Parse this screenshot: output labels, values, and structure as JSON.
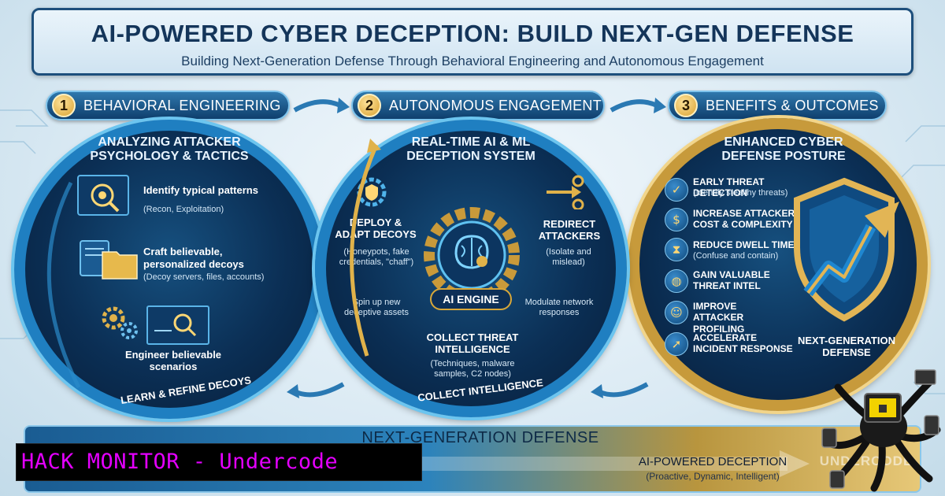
{
  "title": {
    "main": "AI-POWERED CYBER DECEPTION: BUILD NEXT-GEN DEFENSE",
    "subtitle": "Building Next-Generation Defense Through Behavioral Engineering and Autonomous Engagement"
  },
  "sections": [
    {
      "number": "1",
      "label": "BEHAVIORAL ENGINEERING",
      "heading": "ANALYZING ATTACKER PSYCHOLOGY & TACTICS",
      "items": [
        {
          "title": "Identify typical patterns",
          "sub": "(Recon, Exploitation)",
          "icon": "magnifier-eye-icon"
        },
        {
          "title": "Craft believable, personalized decoys",
          "sub": "(Decoy servers, files, accounts)",
          "icon": "folder-icon"
        },
        {
          "title": "Engineer believable scenarios",
          "sub": "",
          "icon": "gears-icon"
        }
      ],
      "loop_label": "LEARN & REFINE DECOYS"
    },
    {
      "number": "2",
      "label": "AUTONOMOUS ENGAGEMENT",
      "heading": "REAL-TIME AI & ML DECEPTION SYSTEM",
      "deploy": {
        "title": "DEPLOY & ADAPT DECOYS",
        "sub": "(Honeypots, fake credentials, \"chaff\")"
      },
      "redirect": {
        "title": "REDIRECT ATTACKERS",
        "sub": "(Isolate and mislead)"
      },
      "engine": "AI ENGINE",
      "left_note": "Spin up new deceptive assets",
      "right_note": "Modulate network responses",
      "collect": {
        "title": "COLLECT THREAT INTELLIGENCE",
        "sub": "(Techniques, malware samples, C2 nodes)"
      },
      "loop_label": "COLLECT INTELLIGENCE"
    },
    {
      "number": "3",
      "label": "BENEFITS & OUTCOMES",
      "heading": "ENHANCED CYBER DEFENSE POSTURE",
      "items": [
        {
          "title": "EARLY THREAT DETECTION",
          "sub": "(Identify stealthy threats)",
          "icon": "shield-check-icon"
        },
        {
          "title": "INCREASE ATTACKER COST & COMPLEXITY",
          "sub": "",
          "icon": "dollar-icon"
        },
        {
          "title": "REDUCE DWELL TIME",
          "sub": "(Confuse and contain)",
          "icon": "hourglass-icon"
        },
        {
          "title": "GAIN VALUABLE THREAT INTEL",
          "sub": "",
          "icon": "globe-icon"
        },
        {
          "title": "IMPROVE ATTACKER PROFILING",
          "sub": "",
          "icon": "profile-icon"
        },
        {
          "title": "ACCELERATE INCIDENT RESPONSE",
          "sub": "",
          "icon": "rocket-icon"
        }
      ],
      "badge": "NEXT-GENERATION DEFENSE"
    }
  ],
  "bottom": {
    "title": "NEXT-GENERATION DEFENSE",
    "right_title": "AI-POWERED DECEPTION",
    "right_sub": "(Proactive, Dynamic, Intelligent)",
    "watermark": "UNDERCODE"
  },
  "overlay": {
    "hack_monitor": "HACK MONITOR - Undercode"
  },
  "colors": {
    "navy": "#0b2f55",
    "blue_ring": "#1f7fc1",
    "gold_ring": "#c79a3b",
    "magenta": "#e400ff"
  }
}
